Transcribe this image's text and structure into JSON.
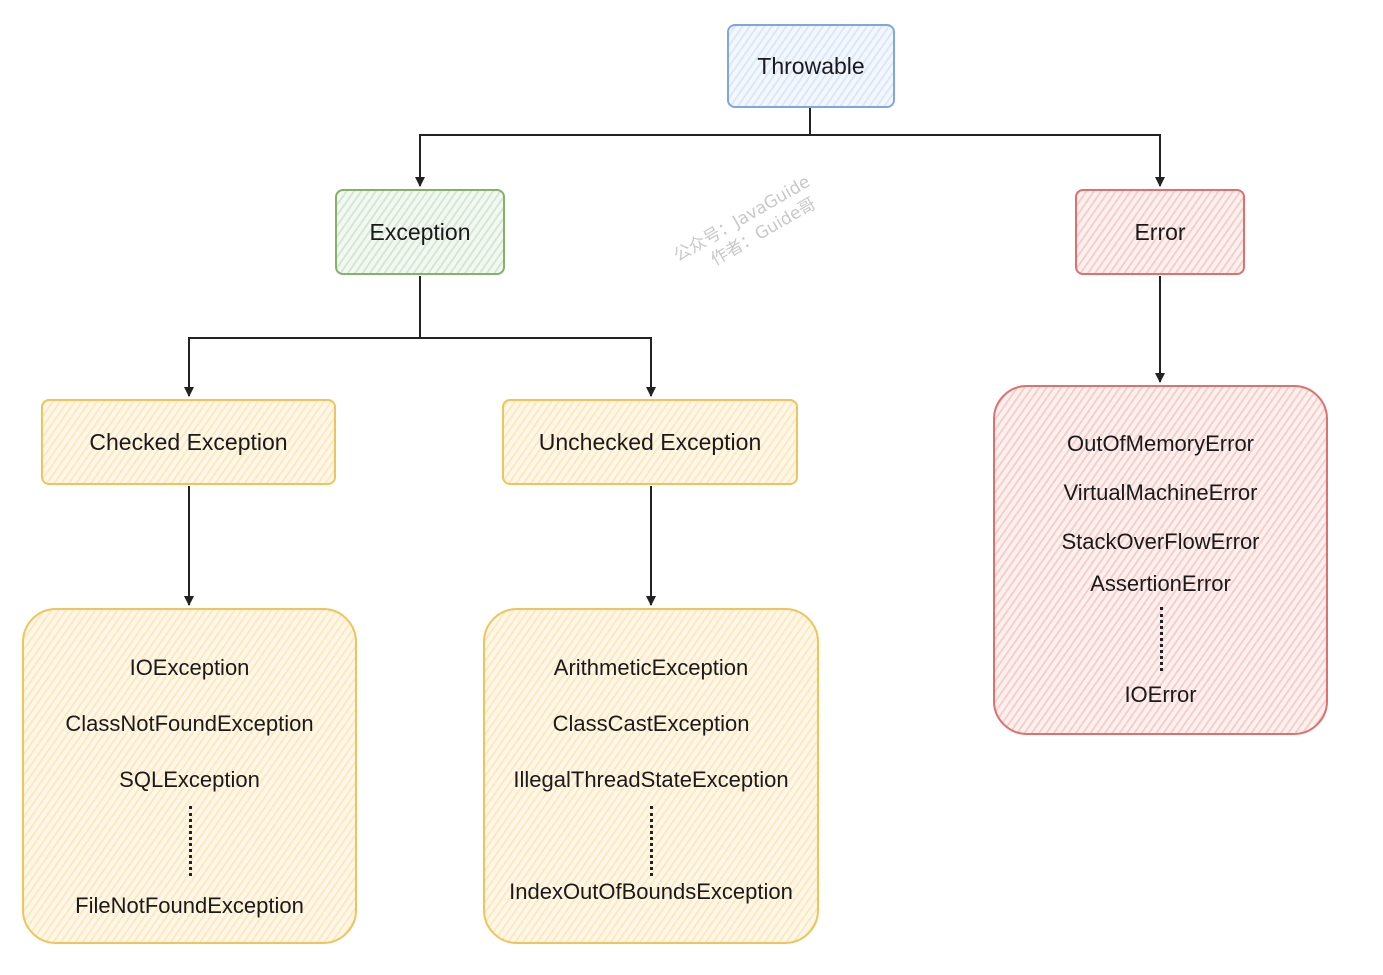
{
  "nodes": {
    "throwable": "Throwable",
    "exception": "Exception",
    "error": "Error",
    "checked": "Checked Exception",
    "unchecked": "Unchecked Exception"
  },
  "groups": {
    "checked_examples": [
      "IOException",
      "ClassNotFoundException",
      "SQLException",
      "FileNotFoundException"
    ],
    "unchecked_examples": [
      "ArithmeticException",
      "ClassCastException",
      "IllegalThreadStateException",
      "IndexOutOfBoundsException"
    ],
    "error_examples": [
      "OutOfMemoryError",
      "VirtualMachineError",
      "StackOverFlowError",
      "AssertionError",
      "IOError"
    ]
  },
  "watermark": {
    "line1": "公众号：JavaGuide",
    "line2": "作者：Guide哥"
  },
  "colors": {
    "blue": "#dae8fc",
    "green": "#d5e8d4",
    "red": "#f8cecc",
    "yellow": "#fde9bd",
    "connector": "#222222"
  }
}
